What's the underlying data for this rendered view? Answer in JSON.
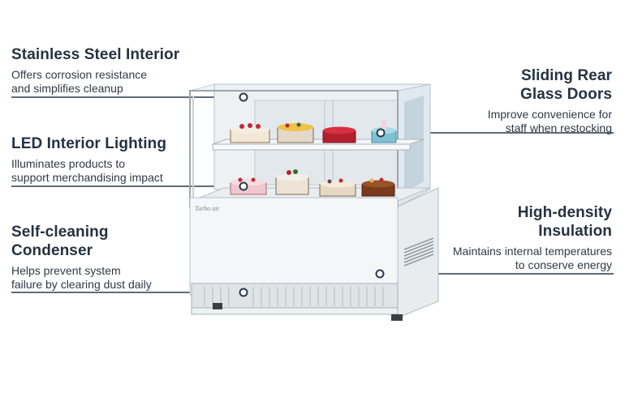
{
  "callouts": {
    "stainless": {
      "title": "Stainless Steel Interior",
      "desc_line1": "Offers corrosion resistance",
      "desc_line2": "and simplifies cleanup"
    },
    "led": {
      "title": "LED Interior Lighting",
      "desc_line1": "Illuminates products to",
      "desc_line2": "support merchandising impact"
    },
    "condenser": {
      "title_line1": "Self-cleaning",
      "title_line2": "Condenser",
      "desc_line1": "Helps prevent system",
      "desc_line2": "failure by clearing dust daily"
    },
    "doors": {
      "title_line1": "Sliding Rear",
      "title_line2": "Glass Doors",
      "desc_line1": "Improve convenience for",
      "desc_line2": "staff when restocking"
    },
    "insulation": {
      "title_line1": "High-density",
      "title_line2": "Insulation",
      "desc_line1": "Maintains internal temperatures",
      "desc_line2": "to conserve energy"
    }
  },
  "product": {
    "brand_badge": "Turbo air"
  },
  "colors": {
    "text": "#253240",
    "leader_line": "#2b3a4a",
    "cabinet": "#f4f6f8",
    "glass": "#e8f1f6"
  }
}
